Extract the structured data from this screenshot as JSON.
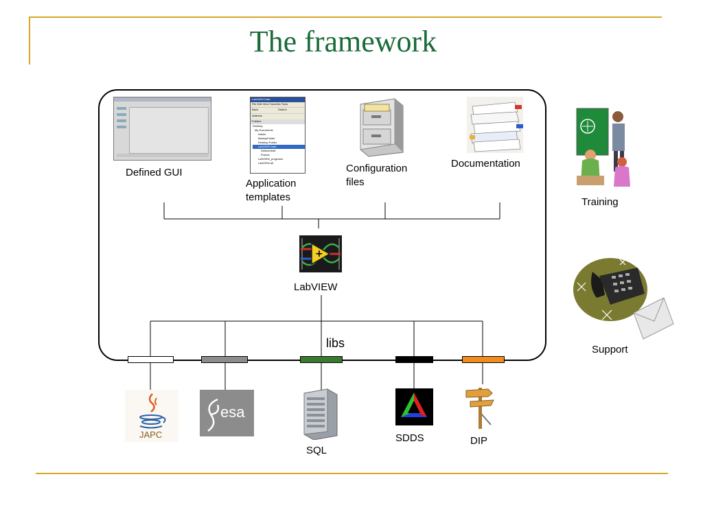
{
  "slide": {
    "title": "The framework"
  },
  "labels": {
    "defined_gui": "Defined GUI",
    "application_templates": [
      "Application",
      "templates"
    ],
    "configuration_files": [
      "Configuration",
      "files"
    ],
    "documentation": "Documentation",
    "training": "Training",
    "labview": "LabVIEW",
    "libs": "libs",
    "support": "Support",
    "jAPC": "JAPC",
    "esa": "esa",
    "sql": "SQL",
    "sdds": "SDDS",
    "dip": "DIP"
  },
  "screenshot_window": {
    "title": "LabVIEW Data",
    "menu": [
      "File",
      "Edit",
      "View",
      "Favorites",
      "Tools"
    ],
    "toolbar": [
      "Back",
      "Search"
    ],
    "address_label": "Address",
    "panel_title": "Folders",
    "tree": [
      "Desktop",
      "My Documents",
      "Admin",
      "BackupFolder",
      "Desktop Folder",
      "LabVIEW Data",
      "Default.lbdd",
      "Probes",
      "LabVIEW_programs",
      "LabVIEW-dll"
    ]
  },
  "lib_bar_colors": [
    "#ffffff",
    "#8c8c8c",
    "#3a7a2e",
    "#000000",
    "#f28c1c"
  ],
  "colors": {
    "title": "#1b6b3a",
    "accent_line": "#d9a62a"
  }
}
